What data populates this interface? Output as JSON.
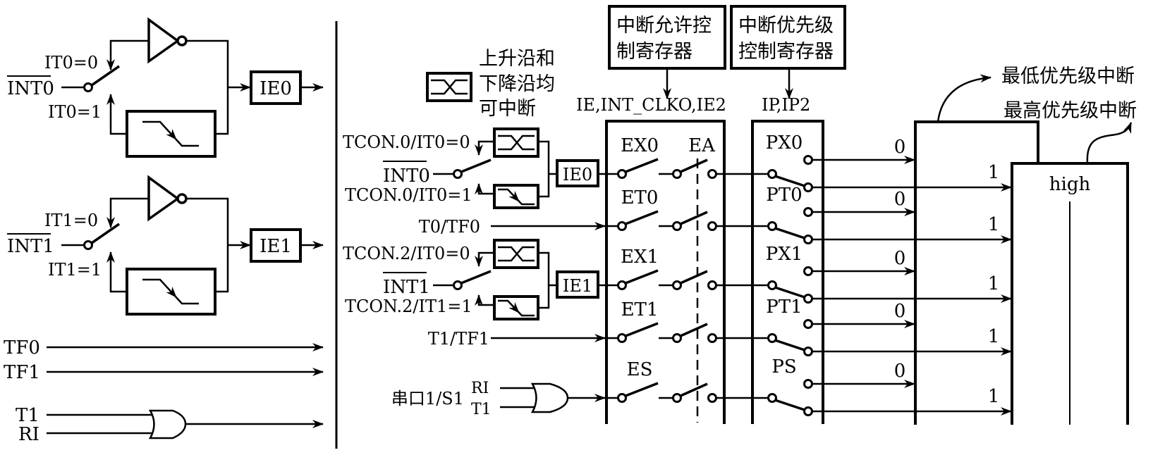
{
  "left": {
    "blocks": [
      {
        "pin": "INT0",
        "mode0": "IT0=0",
        "mode1": "IT0=1",
        "flag": "IE0"
      },
      {
        "pin": "INT1",
        "mode0": "IT1=0",
        "mode1": "IT1=1",
        "flag": "IE1"
      }
    ],
    "tf0": "TF0",
    "tf1": "TF1",
    "t1": "T1",
    "ri": "RI"
  },
  "legend": {
    "lines": [
      "上升沿和",
      "下降沿均",
      "可中断"
    ]
  },
  "sources": {
    "ext": [
      {
        "mode0": "TCON.0/IT0=0",
        "pin": "INT0",
        "mode1": "TCON.0/IT0=1",
        "flag": "IE0"
      },
      {
        "mode0": "TCON.2/IT0=0",
        "pin": "INT1",
        "mode1": "TCON.2/IT1=1",
        "flag": "IE1"
      }
    ],
    "t0": "T0/TF0",
    "t1": "T1/TF1",
    "serial": {
      "label": "串口1/S1",
      "ri": "RI",
      "t1": "T1"
    }
  },
  "ie_register": {
    "title_lines": [
      "中断允许控",
      "制寄存器"
    ],
    "name": "IE,INT_CLKO,IE2",
    "master": "EA"
  },
  "ip_register": {
    "title_lines": [
      "中断优先级",
      "控制寄存器"
    ],
    "name": "IP,IP2"
  },
  "rows": [
    {
      "enable": "EX0",
      "priority": "PX0"
    },
    {
      "enable": "ET0",
      "priority": "PT0"
    },
    {
      "enable": "EX1",
      "priority": "PX1"
    },
    {
      "enable": "ET1",
      "priority": "PT1"
    },
    {
      "enable": "ES",
      "priority": "PS"
    }
  ],
  "outputs": {
    "zero": "0",
    "one": "1",
    "high_label": "high",
    "low_text": "最低优先级中断",
    "high_text": "最高优先级中断"
  }
}
